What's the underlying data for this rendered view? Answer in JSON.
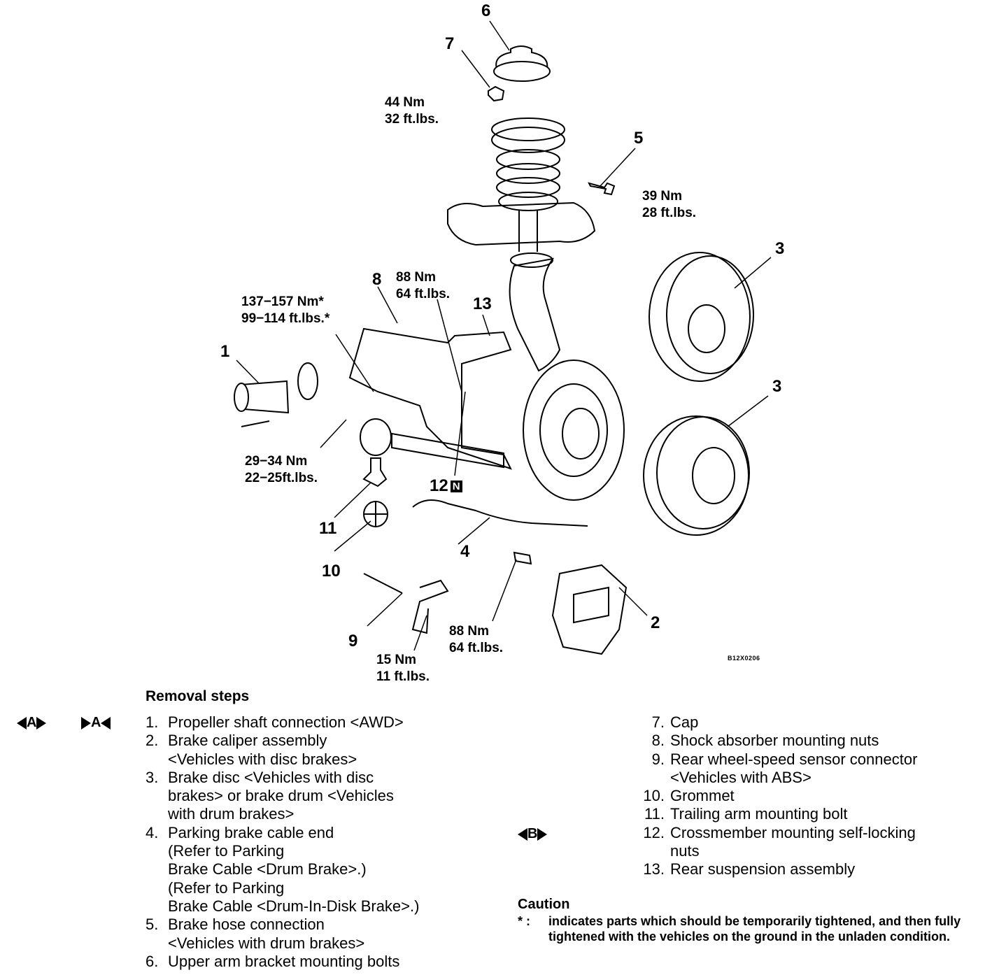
{
  "diagram": {
    "callouts": [
      "1",
      "2",
      "3",
      "3",
      "4",
      "5",
      "6",
      "7",
      "8",
      "9",
      "10",
      "11",
      "12",
      "13"
    ],
    "n_badge": "N",
    "torques": {
      "t1": {
        "a": "44 Nm",
        "b": "32 ft.lbs."
      },
      "t2": {
        "a": "39 Nm",
        "b": "28 ft.lbs."
      },
      "t3": {
        "a": "88 Nm",
        "b": "64 ft.lbs."
      },
      "t4": {
        "a": "137−157 Nm*",
        "b": "99−114 ft.lbs.*"
      },
      "t5": {
        "a": "29−34 Nm",
        "b": "22−25ft.lbs."
      },
      "t6": {
        "a": "88 Nm",
        "b": "64 ft.lbs."
      },
      "t7": {
        "a": "15 Nm",
        "b": "11 ft.lbs."
      }
    },
    "figure_code": "B12X0206"
  },
  "service_tags": {
    "a1": "A",
    "a2": "A",
    "b": "B"
  },
  "removal_heading": "Removal steps",
  "steps_left": [
    {
      "num": "1.",
      "lines": [
        "Propeller shaft connection <AWD>"
      ]
    },
    {
      "num": "2.",
      "lines": [
        "Brake caliper assembly",
        "<Vehicles with disc brakes>"
      ]
    },
    {
      "num": "3.",
      "lines": [
        "Brake disc <Vehicles with disc",
        "brakes> or brake drum <Vehicles",
        "with drum brakes>"
      ]
    },
    {
      "num": "4.",
      "lines": [
        "Parking brake cable end",
        "(Refer to Parking",
        "Brake Cable <Drum Brake>.)",
        "(Refer to Parking",
        "Brake Cable <Drum-In-Disk Brake>.)"
      ]
    },
    {
      "num": "5.",
      "lines": [
        "Brake hose connection",
        "<Vehicles with drum brakes>"
      ]
    },
    {
      "num": "6.",
      "lines": [
        "Upper arm bracket mounting bolts"
      ]
    }
  ],
  "steps_right": [
    {
      "num": "7.",
      "lines": [
        "Cap"
      ]
    },
    {
      "num": "8.",
      "lines": [
        "Shock absorber mounting nuts"
      ]
    },
    {
      "num": "9.",
      "lines": [
        "Rear wheel-speed sensor connector",
        "<Vehicles with ABS>"
      ]
    },
    {
      "num": "10.",
      "lines": [
        "Grommet"
      ]
    },
    {
      "num": "11.",
      "lines": [
        "Trailing arm mounting bolt"
      ]
    },
    {
      "num": "12.",
      "lines": [
        "Crossmember mounting self-locking",
        "nuts"
      ]
    },
    {
      "num": "13.",
      "lines": [
        "Rear suspension assembly"
      ]
    }
  ],
  "caution": {
    "heading": "Caution",
    "star": "* :",
    "text": "indicates parts which should be temporarily tightened, and then fully tightened with the vehicles on the ground in the unladen condition."
  }
}
